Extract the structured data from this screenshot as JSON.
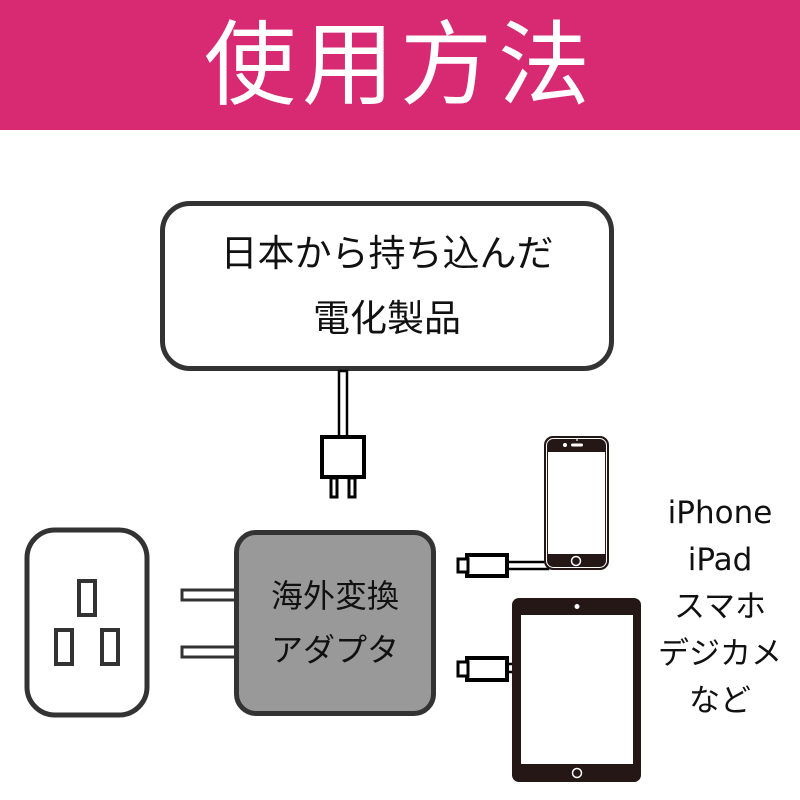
{
  "header": {
    "title": "使用方法",
    "background_color": "#d82a72"
  },
  "source": {
    "lines": [
      "日本から持ち込んだ",
      "電化製品"
    ]
  },
  "adapter": {
    "lines": [
      "海外変換",
      "アダプタ"
    ],
    "fill_color": "#999999"
  },
  "devices": {
    "items": [
      "iPhone",
      "iPad",
      "スマホ",
      "デジカメ",
      "など"
    ]
  },
  "icons": {
    "plug": "japanese-plug-icon",
    "outlet": "wall-outlet-icon",
    "phone": "smartphone-icon",
    "tablet": "tablet-icon",
    "usb_connector": "usb-connector-icon"
  }
}
